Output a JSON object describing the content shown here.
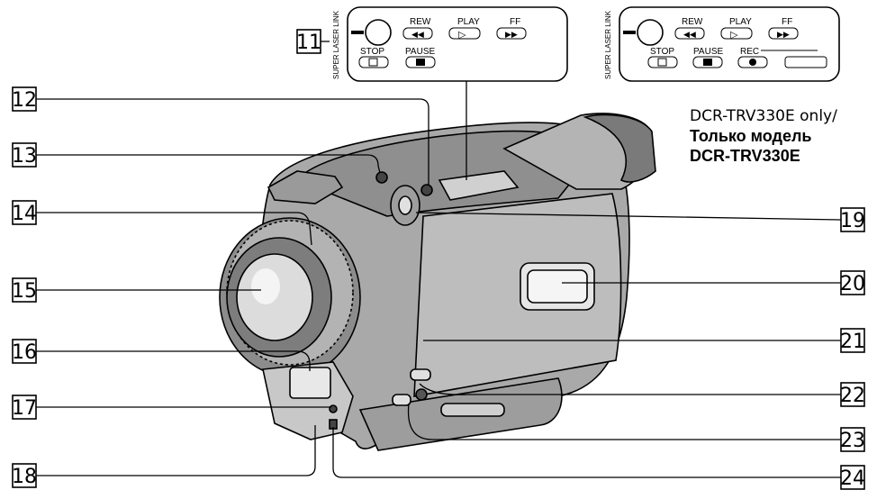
{
  "callouts": [
    "11",
    "12",
    "13",
    "14",
    "15",
    "16",
    "17",
    "18",
    "19",
    "20",
    "21",
    "22",
    "23",
    "24"
  ],
  "panel": {
    "side_label": "SUPER LASER LINK",
    "rew": "REW",
    "play": "PLAY",
    "ff": "FF",
    "stop": "STOP",
    "pause": "PAUSE",
    "rec": "REC"
  },
  "note": {
    "line1": "DCR-TRV330E only/",
    "line2": "Только модель",
    "line3": "DCR-TRV330E"
  }
}
